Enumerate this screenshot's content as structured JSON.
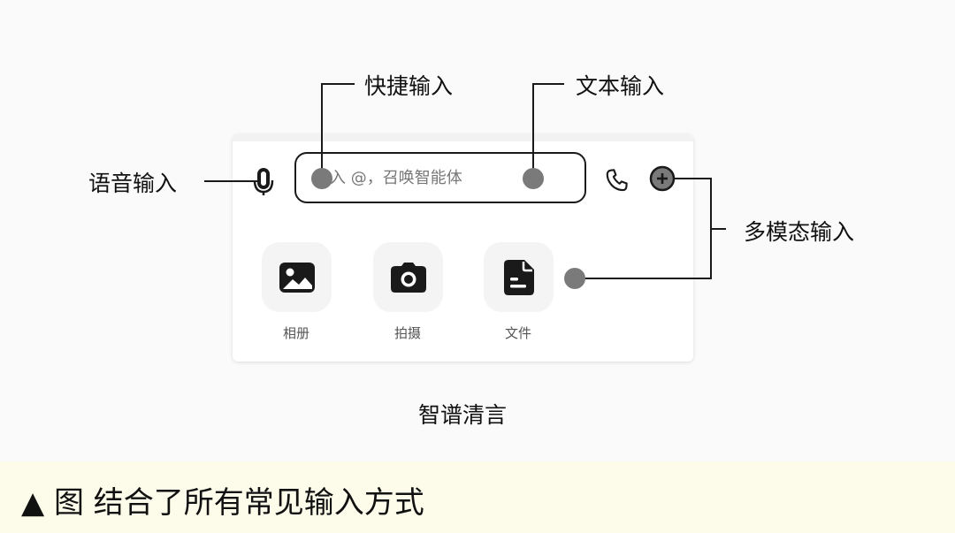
{
  "annotations": {
    "quick_input": "快捷输入",
    "text_input": "文本输入",
    "voice_input": "语音输入",
    "multimodal_input": "多模态输入"
  },
  "chat_bar": {
    "input_placeholder": "输入 @，召唤智能体",
    "icons": [
      "microphone-icon",
      "phone-icon",
      "plus-circle-icon"
    ]
  },
  "attachments": [
    {
      "label": "相册",
      "icon": "image-icon"
    },
    {
      "label": "拍摄",
      "icon": "camera-icon"
    },
    {
      "label": "文件",
      "icon": "file-icon"
    }
  ],
  "app_name": "智谱清言",
  "caption": "▲ 图 结合了所有常见输入方式",
  "colors": {
    "icon_dark": "#1a1a1a",
    "tile_bg": "#f4f4f5",
    "dot": "#7a7a7a",
    "caption_bg": "#fdfcea"
  }
}
